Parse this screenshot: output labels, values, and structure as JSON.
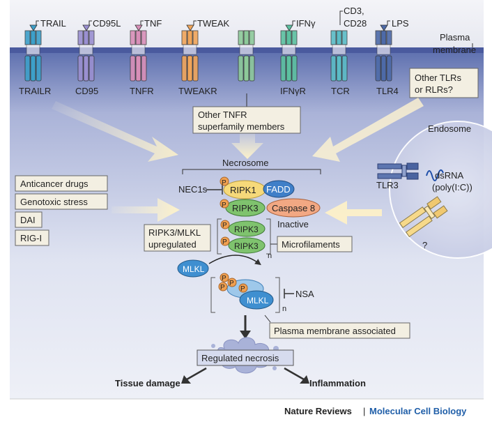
{
  "ligands": [
    "TRAIL",
    "CD95L",
    "TNF",
    "TWEAK",
    "IFNγ",
    "CD3,",
    "CD28",
    "LPS"
  ],
  "plasma_membrane_label": [
    "Plasma",
    "membrane"
  ],
  "receptors": [
    "TRAILR",
    "CD95",
    "TNFR",
    "TWEAKR",
    "IFNγR",
    "TCR",
    "TLR4"
  ],
  "other_tlrs": [
    "Other TLRs",
    "or RLRs?"
  ],
  "other_tnfr": [
    "Other TNFR",
    "superfamily members"
  ],
  "endosome": "Endosome",
  "tlr3": "TLR3",
  "dsrna": [
    "dsRNA",
    "(poly(I:C))"
  ],
  "question_mark": "?",
  "necrosome": "Necrosome",
  "stimuli": [
    "Anticancer drugs",
    "Genotoxic stress",
    "DAI",
    "RIG-I"
  ],
  "nec1s": "NEC1s",
  "ripk1": "RIPK1",
  "fadd": "FADD",
  "ripk3": "RIPK3",
  "caspase8": "Caspase 8",
  "inactive": "Inactive",
  "p_label": "P",
  "ripk3_mlkl_upregulated": [
    "RIPK3/MLKL",
    "upregulated"
  ],
  "microfilaments": "Microfilaments",
  "n_label": "n",
  "mlkl": "MLKL",
  "nsa": "NSA",
  "plasma_membrane_associated": "Plasma membrane associated",
  "regulated_necrosis": "Regulated necrosis",
  "tissue_damage": "Tissue damage",
  "inflammation": "Inflammation",
  "footer": {
    "journal": "Nature Reviews",
    "sep": "|",
    "section": "Molecular Cell Biology"
  },
  "colors": {
    "trail": "#3d9fc9",
    "cd95": "#9a8fd0",
    "tnf": "#d88fb8",
    "tweak": "#f0a55a",
    "generic": "#8dc99a",
    "ifng": "#5cc0a0",
    "tcr": "#5bbcc6",
    "tlr4": "#4d6aa8",
    "ripk1": "#f6d97a",
    "ripk3": "#7fc36e",
    "fadd": "#3f7fc8",
    "caspase8": "#f2a883",
    "mlkl": "#3f8fd0",
    "phospho": "#f0a050",
    "accent": "#1f5ea8"
  }
}
